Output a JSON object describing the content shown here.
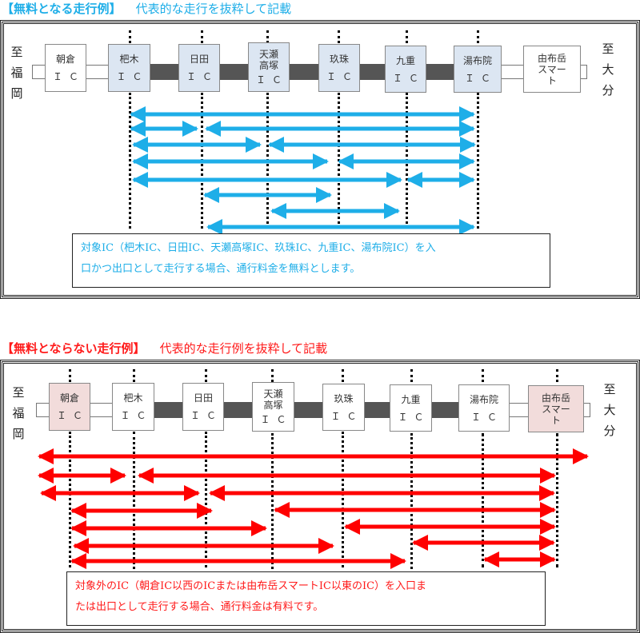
{
  "free_section": {
    "title_main": "【無料となる走行例】",
    "title_sub": "代表的な走行を抜粋して記載",
    "color": "#1eaee8",
    "direction_left": [
      "至",
      "福",
      "岡"
    ],
    "direction_right": [
      "至",
      "大",
      "分"
    ],
    "interchanges": [
      {
        "name": "朝倉",
        "suffix": "ＩＣ",
        "style": "plain"
      },
      {
        "name": "杷木",
        "suffix": "ＩＣ",
        "style": "target"
      },
      {
        "name": "日田",
        "suffix": "ＩＣ",
        "style": "target"
      },
      {
        "name": "天瀬\n高塚",
        "suffix": "ＩＣ",
        "style": "target"
      },
      {
        "name": "玖珠",
        "suffix": "ＩＣ",
        "style": "target"
      },
      {
        "name": "九重",
        "suffix": "ＩＣ",
        "style": "target"
      },
      {
        "name": "湯布院",
        "suffix": "ＩＣ",
        "style": "target"
      },
      {
        "name": "由布岳\nスマー\nト",
        "suffix": "",
        "style": "plain"
      }
    ],
    "note": "対象IC（杷木IC、日田IC、天瀬高塚IC、玖珠IC、九重IC、湯布院IC）を入口かつ出口として走行する場合、通行料金を無料とします。",
    "note_line1": "対象IC（杷木IC、日田IC、天瀬高塚IC、玖珠IC、九重IC、湯布院IC）を入",
    "note_line2": "口かつ出口として走行する場合、通行料金を無料とします。",
    "routes": [
      {
        "from": "杷木IC",
        "to": "湯布院IC"
      },
      {
        "from": "杷木IC",
        "to": "日田IC"
      },
      {
        "from": "日田IC",
        "to": "湯布院IC"
      },
      {
        "from": "杷木IC",
        "to": "天瀬高塚IC"
      },
      {
        "from": "天瀬高塚IC",
        "to": "湯布院IC"
      },
      {
        "from": "杷木IC",
        "to": "玖珠IC"
      },
      {
        "from": "玖珠IC",
        "to": "湯布院IC"
      },
      {
        "from": "杷木IC",
        "to": "九重IC"
      },
      {
        "from": "九重IC",
        "to": "湯布院IC"
      },
      {
        "from": "日田IC",
        "to": "玖珠IC"
      },
      {
        "from": "天瀬高塚IC",
        "to": "九重IC"
      },
      {
        "from": "日田IC",
        "to": "湯布院IC"
      }
    ]
  },
  "paid_section": {
    "title_main": "【無料とならない走行例】",
    "title_sub": "代表的な走行例を抜粋して記載",
    "color": "#ff0000",
    "direction_left": [
      "至",
      "福",
      "岡"
    ],
    "direction_right": [
      "至",
      "大",
      "分"
    ],
    "interchanges": [
      {
        "name": "朝倉",
        "suffix": "ＩＣ",
        "style": "pink"
      },
      {
        "name": "杷木",
        "suffix": "ＩＣ",
        "style": "plain"
      },
      {
        "name": "日田",
        "suffix": "ＩＣ",
        "style": "plain"
      },
      {
        "name": "天瀬\n高塚",
        "suffix": "ＩＣ",
        "style": "plain"
      },
      {
        "name": "玖珠",
        "suffix": "ＩＣ",
        "style": "plain"
      },
      {
        "name": "九重",
        "suffix": "ＩＣ",
        "style": "plain"
      },
      {
        "name": "湯布院",
        "suffix": "ＩＣ",
        "style": "plain"
      },
      {
        "name": "由布岳\nスマー\nト",
        "suffix": "",
        "style": "pink"
      }
    ],
    "note": "対象外のIC（朝倉IC以西のICまたは由布岳スマートIC以東のIC）を入口または出口として走行する場合、通行料金は有料です。",
    "note_line1": "対象外のIC（朝倉IC以西のICまたは由布岳スマートIC以東のIC）を入口ま",
    "note_line2": "たは出口として走行する場合、通行料金は有料です。",
    "routes": [
      {
        "from": "至福岡",
        "to": "至大分"
      },
      {
        "from": "至福岡",
        "to": "杷木IC"
      },
      {
        "from": "杷木IC",
        "to": "由布岳スマートIC"
      },
      {
        "from": "至福岡",
        "to": "日田IC"
      },
      {
        "from": "日田IC",
        "to": "由布岳スマートIC"
      },
      {
        "from": "朝倉IC",
        "to": "日田IC"
      },
      {
        "from": "天瀬高塚IC",
        "to": "由布岳スマートIC"
      },
      {
        "from": "朝倉IC",
        "to": "天瀬高塚IC"
      },
      {
        "from": "玖珠IC",
        "to": "由布岳スマートIC"
      },
      {
        "from": "朝倉IC",
        "to": "玖珠IC"
      },
      {
        "from": "九重IC",
        "to": "由布岳スマートIC"
      },
      {
        "from": "朝倉IC",
        "to": "九重IC"
      },
      {
        "from": "湯布院IC",
        "to": "由布岳スマートIC"
      }
    ]
  }
}
